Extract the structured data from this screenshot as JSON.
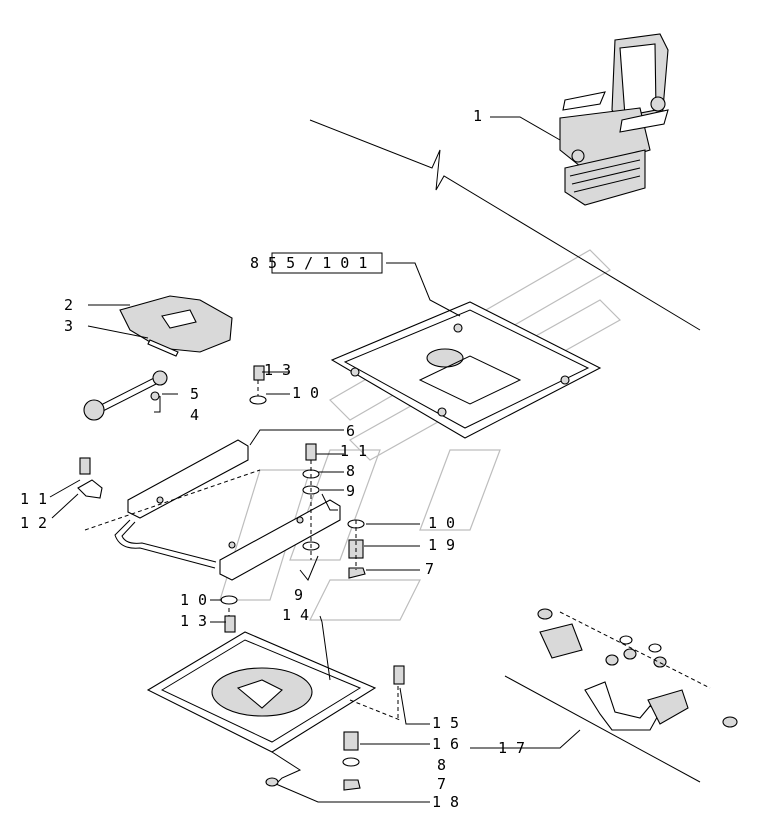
{
  "reference_box": "8 5 5 / 1   0 1",
  "callouts": [
    {
      "id": "c1",
      "text": "1"
    },
    {
      "id": "c2",
      "text": "2"
    },
    {
      "id": "c3",
      "text": "3"
    },
    {
      "id": "c4",
      "text": "4"
    },
    {
      "id": "c5",
      "text": "5"
    },
    {
      "id": "c6",
      "text": "6"
    },
    {
      "id": "c7a",
      "text": "7"
    },
    {
      "id": "c7b",
      "text": "7"
    },
    {
      "id": "c8a",
      "text": "8"
    },
    {
      "id": "c8b",
      "text": "8"
    },
    {
      "id": "c9a",
      "text": "9"
    },
    {
      "id": "c9b",
      "text": "9"
    },
    {
      "id": "c10a",
      "text": "1 0"
    },
    {
      "id": "c10b",
      "text": "1 0"
    },
    {
      "id": "c10c",
      "text": "1 0"
    },
    {
      "id": "c11a",
      "text": "1 1"
    },
    {
      "id": "c11b",
      "text": "1 1"
    },
    {
      "id": "c12",
      "text": "1 2"
    },
    {
      "id": "c13a",
      "text": "1 3"
    },
    {
      "id": "c13b",
      "text": "1 3"
    },
    {
      "id": "c14",
      "text": "1 4"
    },
    {
      "id": "c15",
      "text": "1 5"
    },
    {
      "id": "c16",
      "text": "1 6"
    },
    {
      "id": "c17",
      "text": "1 7"
    },
    {
      "id": "c18",
      "text": "1 8"
    },
    {
      "id": "c19",
      "text": "1 9"
    }
  ],
  "icons": [
    "seat-assembly-icon",
    "seat-cushion-icon",
    "slide-rail-icon",
    "swivel-base-icon",
    "seat-belt-icon",
    "bolt-icon",
    "washer-icon",
    "nut-icon",
    "spacer-icon",
    "handle-icon"
  ]
}
